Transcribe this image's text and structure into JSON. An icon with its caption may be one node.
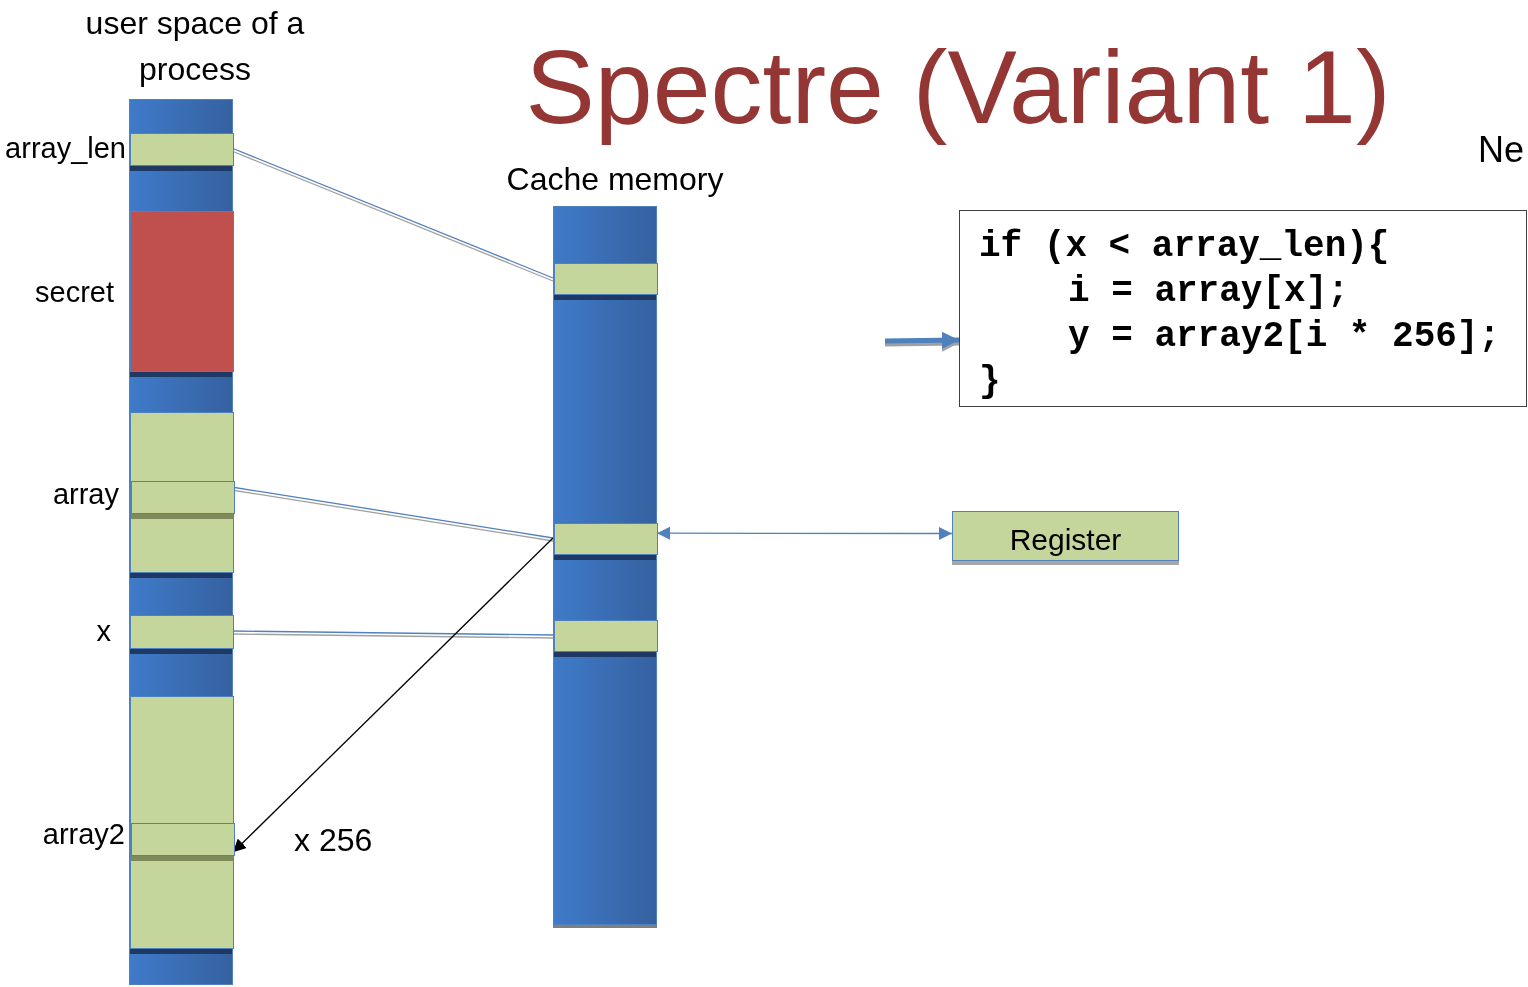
{
  "diagram": {
    "title": "Spectre (Variant 1)",
    "nodes": [
      {
        "text": [
          "user space of a process"
        ]
      },
      {
        "text": [],
        "shape": "box",
        "in": 0,
        "beside": [
          "array_len"
        ]
      },
      {
        "text": [],
        "shape": "box",
        "in": 0,
        "beside": [
          "secret"
        ]
      },
      {
        "text": [],
        "shape": "box",
        "in": 0
      },
      {
        "text": [],
        "shape": "box",
        "in": 3,
        "beside": [
          "array"
        ]
      },
      {
        "text": [],
        "shape": "box",
        "in": 0,
        "beside": [
          "x"
        ]
      },
      {
        "text": [],
        "shape": "box",
        "in": 0
      },
      {
        "text": [],
        "shape": "box",
        "in": 6,
        "beside": [
          "array2"
        ]
      },
      {
        "text": [
          "Cache memory"
        ]
      },
      {
        "text": [],
        "shape": "box",
        "in": 8
      },
      {
        "text": [],
        "shape": "box",
        "in": 8
      },
      {
        "text": [],
        "shape": "box",
        "in": 8
      },
      {
        "text": [
          "if (x < array_len){",
          "i = array[x];",
          "y = array2[i * 256];",
          "}"
        ]
      },
      {
        "text": [
          "Register"
        ]
      }
    ],
    "edges": [
      {
        "from": 1,
        "to": 9,
        "arrow": "none"
      },
      {
        "from": 4,
        "to": 10,
        "arrow": "none"
      },
      {
        "from": 5,
        "to": 11,
        "arrow": "none"
      },
      {
        "from": 10,
        "to": 7,
        "arrow": "to",
        "color": "#000000"
      },
      {
        "from": 13,
        "to": 10,
        "arrow": "both"
      },
      {
        "from": null,
        "to": 12,
        "arrow": "to",
        "style": "thick"
      }
    ],
    "labels": [
      "x 256",
      "Ne"
    ]
  }
}
